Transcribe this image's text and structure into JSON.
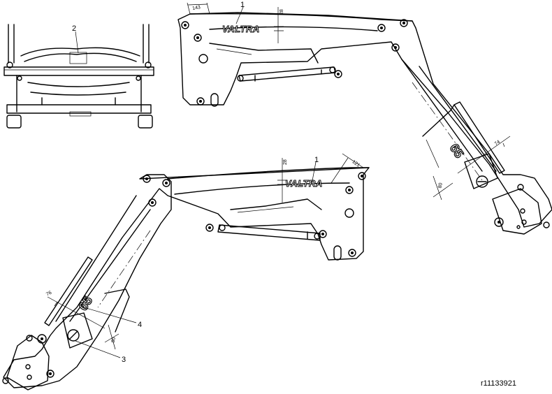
{
  "callouts": {
    "c1_top": "1",
    "c1_bottom": "1",
    "c2": "2",
    "c3": "3",
    "c4": "4"
  },
  "dimensions": {
    "top_143": "143",
    "top_28": "28",
    "top_74": "74",
    "top_80": "80",
    "bottom_28": "28",
    "bottom_121": "121",
    "bottom_76": "76",
    "bottom_80": "80"
  },
  "decals": {
    "brand_top": "VALTRA",
    "brand_bottom": "VALTRA",
    "model_top": "65",
    "model_bottom": "65"
  },
  "reference": "r11133921"
}
